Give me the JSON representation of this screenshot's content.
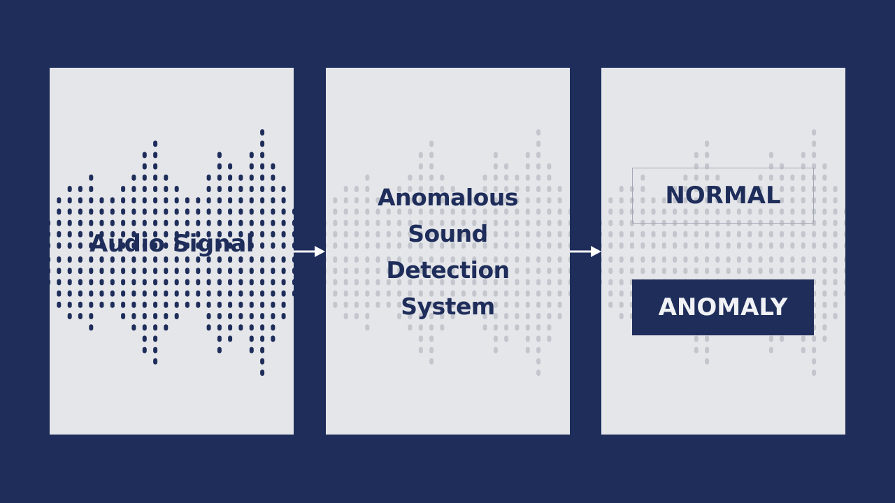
{
  "stages": {
    "input": {
      "label": "Audio Signal"
    },
    "system": {
      "line1": "Anomalous",
      "line2": "Sound",
      "line3": "Detection",
      "line4": "System"
    },
    "output": {
      "normal": "NORMAL",
      "anomaly": "ANOMALY"
    }
  },
  "colors": {
    "background": "#1e2d5a",
    "panel": "#e5e6ea",
    "wave_active": "#1e2d5a",
    "wave_faded": "#c3c6cd",
    "arrow": "#ffffff"
  },
  "icons": {
    "connector": "arrow-right-icon"
  }
}
